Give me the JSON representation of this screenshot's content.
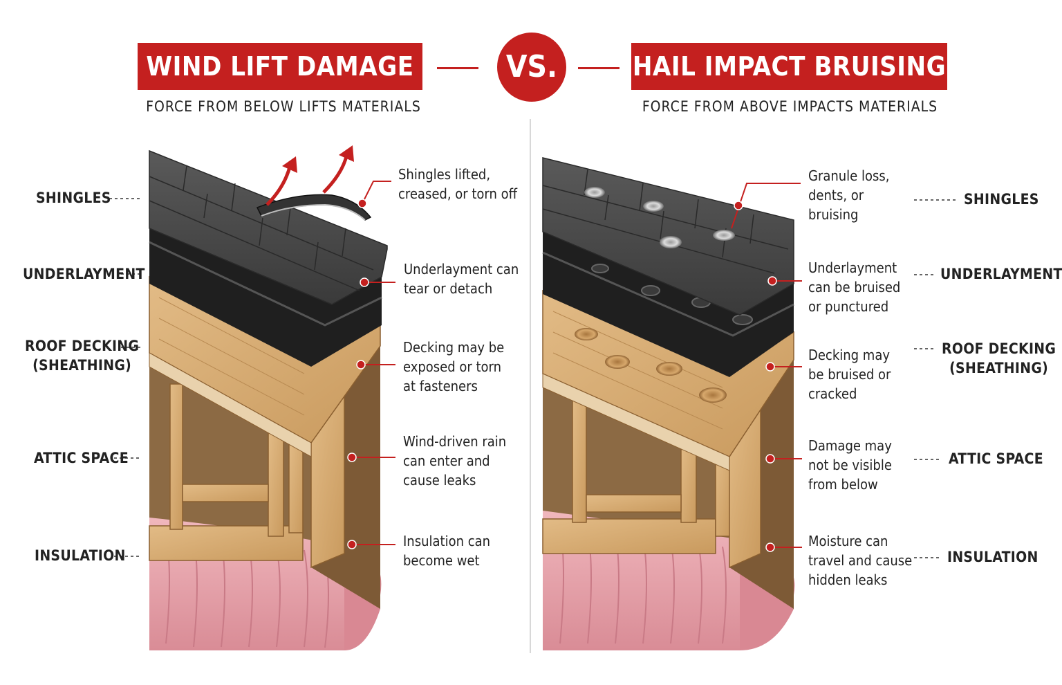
{
  "left": {
    "title": "WIND LIFT DAMAGE",
    "subtitle": "FORCE FROM BELOW LIFTS MATERIALS",
    "layers": [
      "SHINGLES",
      "UNDERLAYMENT",
      "ROOF DECKING\n(SHEATHING)",
      "ATTIC SPACE",
      "INSULATION"
    ],
    "notes": [
      "Shingles lifted,\ncreased, or torn off",
      "Underlayment can\ntear or detach",
      "Decking may be\nexposed or torn\nat fasteners",
      "Wind-driven rain\ncan enter and\ncause leaks",
      "Insulation can\nbecome wet"
    ]
  },
  "vs_label": "VS.",
  "right": {
    "title": "HAIL IMPACT BRUISING",
    "subtitle": "FORCE FROM ABOVE IMPACTS MATERIALS",
    "layers": [
      "SHINGLES",
      "UNDERLAYMENT",
      "ROOF DECKING\n(SHEATHING)",
      "ATTIC SPACE",
      "INSULATION"
    ],
    "notes": [
      "Granule loss,\ndents, or\nbruising",
      "Underlayment\ncan be bruised\nor punctured",
      "Decking may\nbe bruised or\ncracked",
      "Damage may\nnot be visible\nfrom below",
      "Moisture can\ntravel and cause\nhidden leaks"
    ]
  },
  "colors": {
    "accent": "#c4201f",
    "shingle": "#4a4a4a",
    "underlayment": "#1e1e1e",
    "wood": "#d6aa72",
    "insulation": "#e9a5ad"
  }
}
